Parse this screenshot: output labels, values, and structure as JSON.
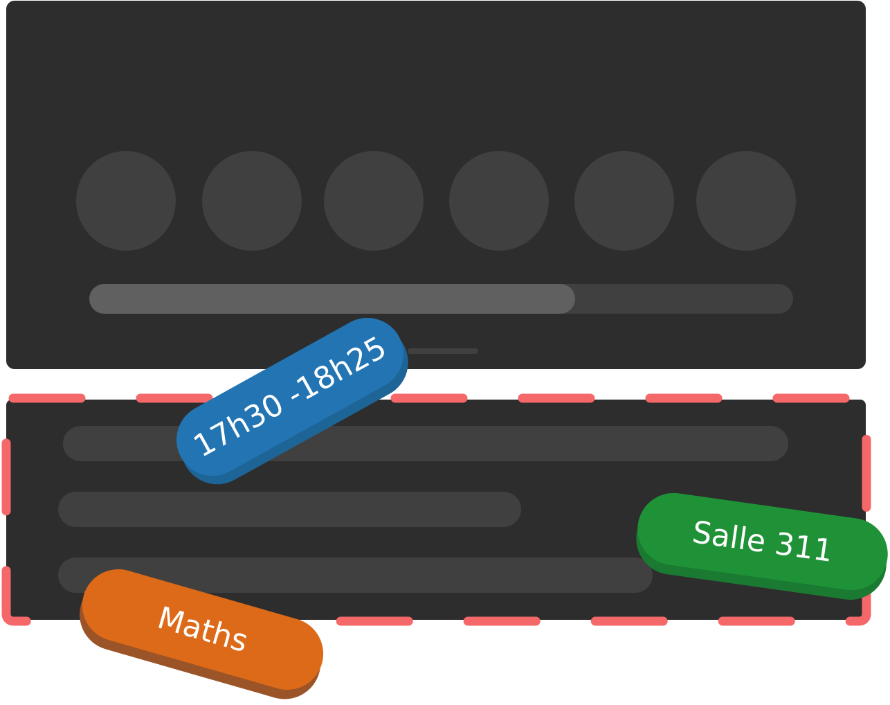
{
  "tags": {
    "time": "17h30 -18h25",
    "room": "Salle 311",
    "subject": "Maths"
  },
  "progress": {
    "fraction": 0.69
  },
  "colors": {
    "card_background": "#2d2d2d",
    "placeholder": "#404040",
    "progress_fill": "#606060",
    "dash_border": "#f5686a",
    "time_tag": "#2274b3",
    "room_tag": "#1f9238",
    "subject_tag": "#dd6a18"
  }
}
